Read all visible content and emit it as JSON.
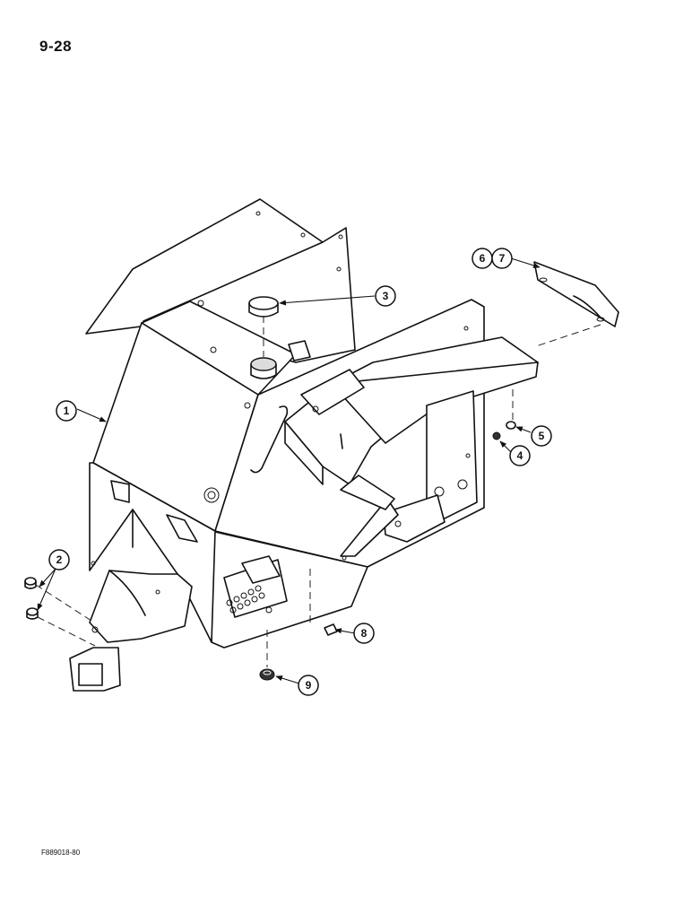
{
  "page": {
    "number": "9-28",
    "figure_code": "F889018-80"
  },
  "callouts": [
    {
      "id": "c1",
      "label": "1"
    },
    {
      "id": "c2",
      "label": "2"
    },
    {
      "id": "c3",
      "label": "3"
    },
    {
      "id": "c4",
      "label": "4"
    },
    {
      "id": "c5",
      "label": "5"
    },
    {
      "id": "c6",
      "label": "6"
    },
    {
      "id": "c7",
      "label": "7"
    },
    {
      "id": "c8",
      "label": "8"
    },
    {
      "id": "c9",
      "label": "9"
    }
  ]
}
